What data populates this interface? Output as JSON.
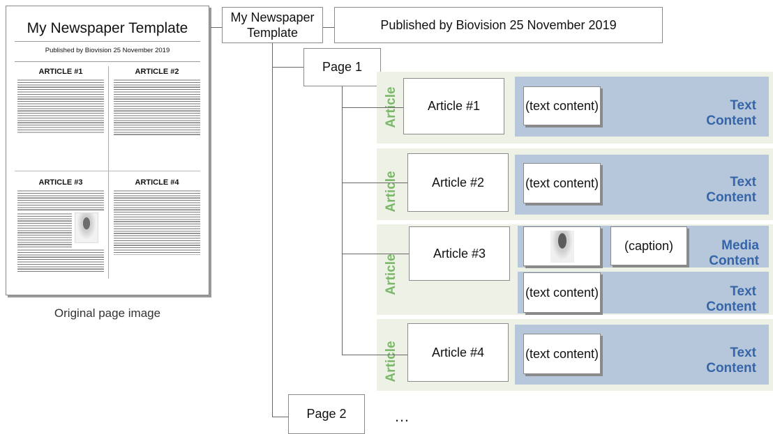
{
  "thumbnail": {
    "title": "My Newspaper Template",
    "subtitle": "Published by Biovision 25 November 2019",
    "articles": [
      "ARTICLE #1",
      "ARTICLE #2",
      "ARTICLE #3",
      "ARTICLE #4"
    ],
    "caption": "Original page image"
  },
  "tree": {
    "root": "My Newspaper Template",
    "published": "Published by Biovision 25 November 2019",
    "page1": "Page 1",
    "page2": "Page 2",
    "ellipsis": "…",
    "article_label": "Article",
    "articles": [
      {
        "name": "Article #1",
        "contents": [
          {
            "type": "Text Content",
            "text": "(text content)"
          }
        ]
      },
      {
        "name": "Article #2",
        "contents": [
          {
            "type": "Text Content",
            "text": "(text content)"
          }
        ]
      },
      {
        "name": "Article #3",
        "contents": [
          {
            "type": "Media Content",
            "text": "(caption)",
            "icon": "portrait-photo-icon"
          },
          {
            "type": "Text Content",
            "text": "(text content)"
          }
        ]
      },
      {
        "name": "Article #4",
        "contents": [
          {
            "type": "Text Content",
            "text": "(text content)"
          }
        ]
      }
    ]
  },
  "colors": {
    "article_band": "#eef2e6",
    "content_block": "#b6c7dc",
    "content_type_text": "#3565a8",
    "article_label": "#7bb86a"
  }
}
